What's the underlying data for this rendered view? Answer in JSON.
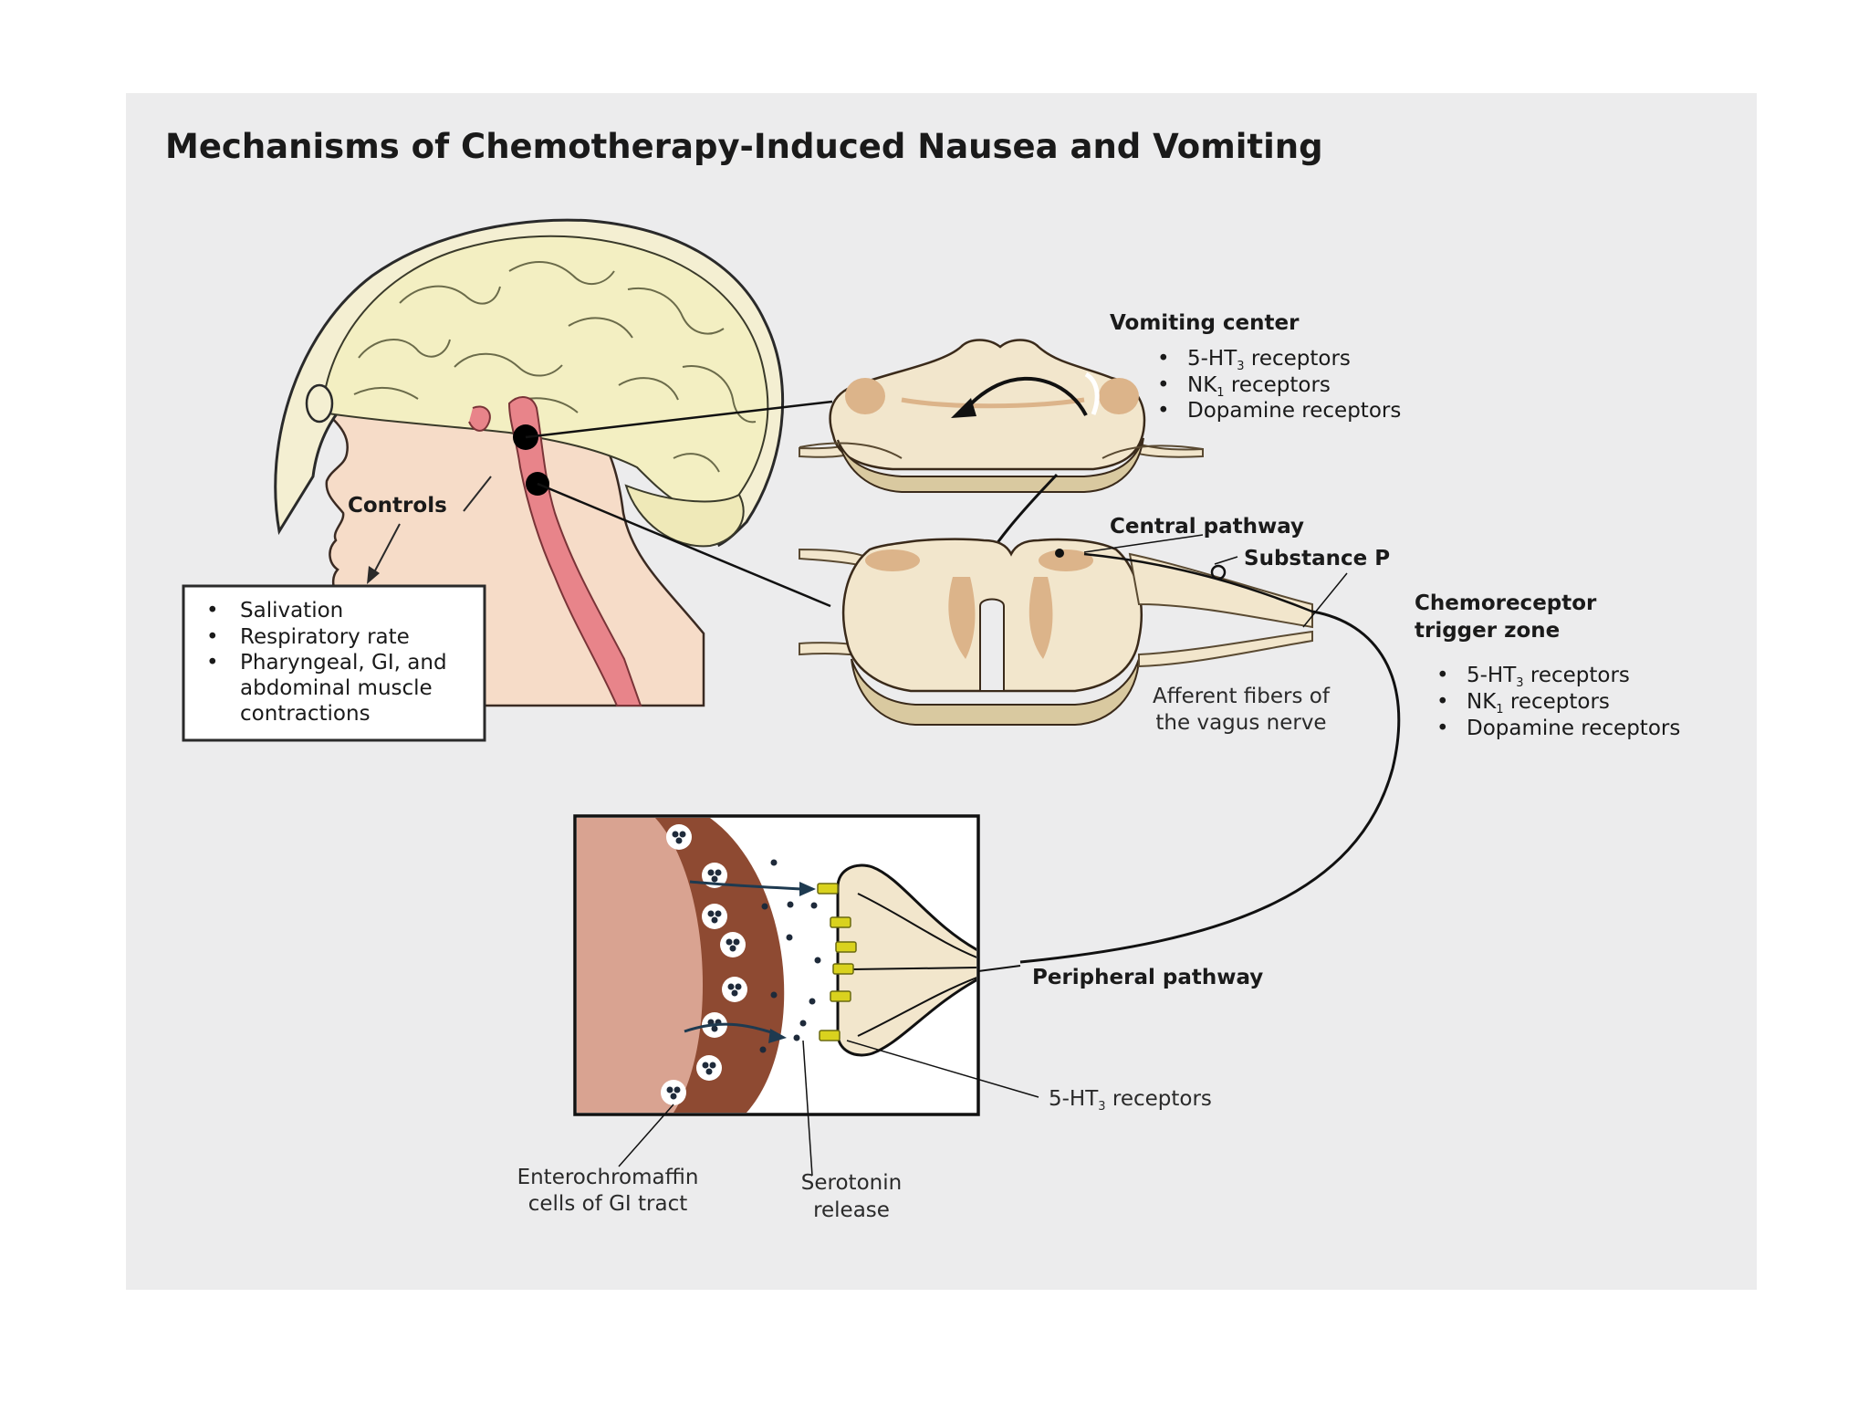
{
  "title": "Mechanisms of Chemotherapy-Induced Nausea and Vomiting",
  "vomiting_center": {
    "heading": "Vomiting center",
    "receptors": [
      {
        "base": "5-HT",
        "sub": "3",
        "rest": " receptors"
      },
      {
        "base": "NK",
        "sub": "1",
        "rest": " receptors"
      },
      {
        "base": "Dopamine receptors",
        "sub": "",
        "rest": ""
      }
    ]
  },
  "controls": {
    "heading": "Controls",
    "items": [
      "Salivation",
      "Respiratory rate",
      "Pharyngeal, GI, and",
      "abdominal muscle",
      "contractions"
    ]
  },
  "central_pathway": "Central pathway",
  "substance_p": "Substance P",
  "ctz": {
    "heading_line1": "Chemoreceptor",
    "heading_line2": "trigger zone",
    "receptors": [
      {
        "base": "5-HT",
        "sub": "3",
        "rest": " receptors"
      },
      {
        "base": "NK",
        "sub": "1",
        "rest": " receptors"
      },
      {
        "base": "Dopamine receptors",
        "sub": "",
        "rest": ""
      }
    ]
  },
  "afferent": {
    "line1": "Afferent fibers of",
    "line2": "the vagus nerve"
  },
  "peripheral_pathway": "Peripheral pathway",
  "receptor_label": {
    "base": "5-HT",
    "sub": "3",
    "rest": " receptors"
  },
  "enterochromaffin": {
    "line1": "Enterochromaffin",
    "line2": "cells of GI tract"
  },
  "serotonin": {
    "line1": "Serotonin",
    "line2": "release"
  },
  "colors": {
    "background": "#ececed",
    "brain": "#f3efc2",
    "skin": "#f6dcc8",
    "brainstem": "#e8848a",
    "cord": "#f2e6cc",
    "cord_gray": "#dcb48a",
    "gut_wall": "#8e4a32",
    "gut_lumen": "#d9a391",
    "receptor": "#d9d21e",
    "arrow": "#1e3a50"
  }
}
